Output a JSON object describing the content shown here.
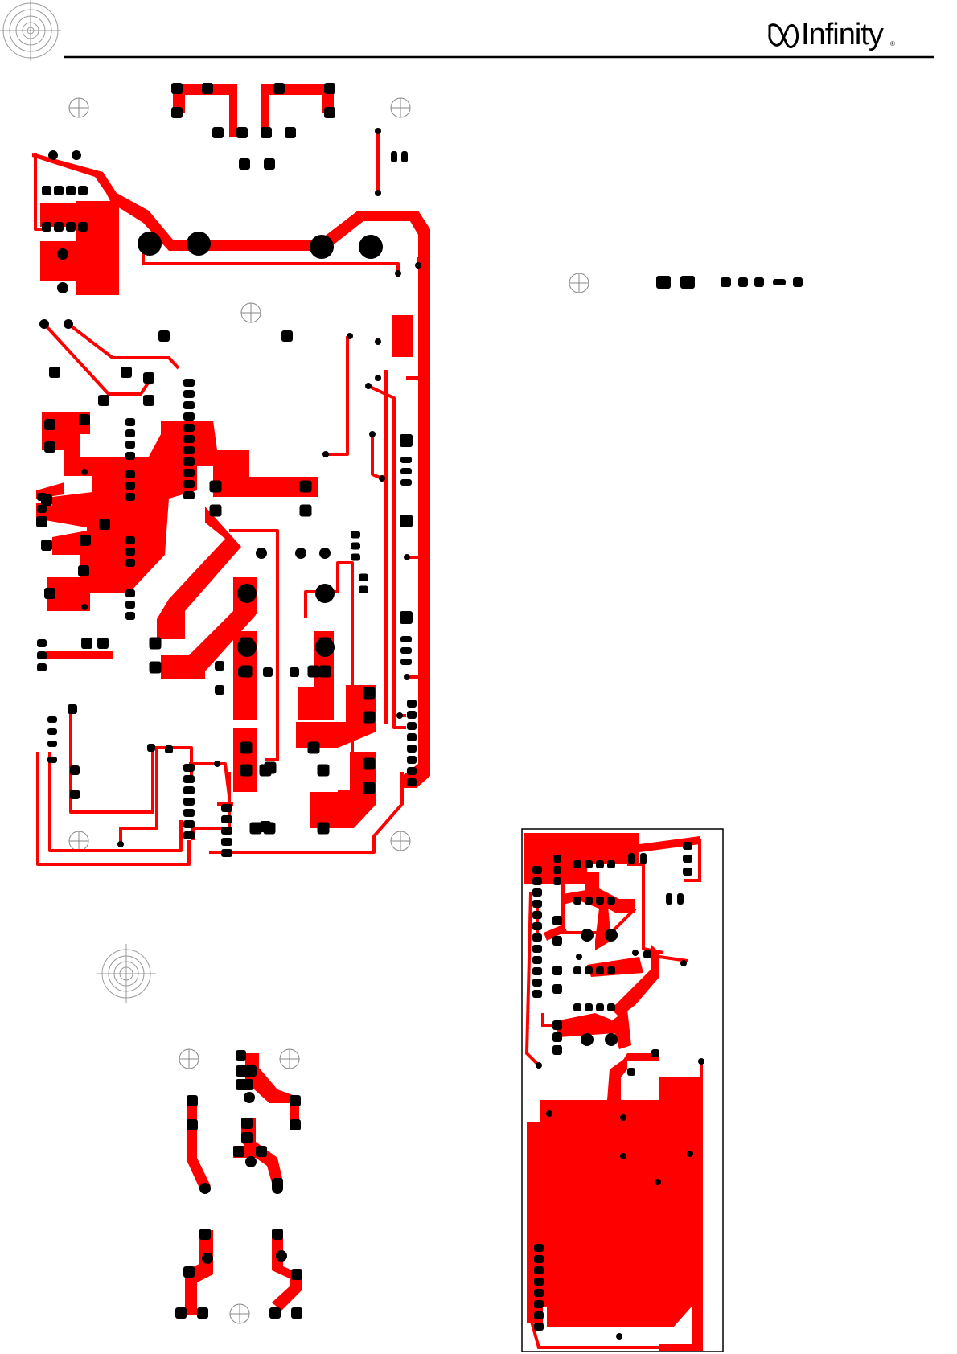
{
  "brand": {
    "name": "Infinity",
    "registered_mark": "®"
  },
  "colors": {
    "copper": "#ff0000",
    "pad": "#000000",
    "outline": "#000000",
    "mark": "#8a8a8a"
  },
  "boards": [
    {
      "id": "main-amplifier-board"
    },
    {
      "id": "connector-strip-board"
    },
    {
      "id": "small-jack-board"
    },
    {
      "id": "power-supply-board"
    }
  ]
}
